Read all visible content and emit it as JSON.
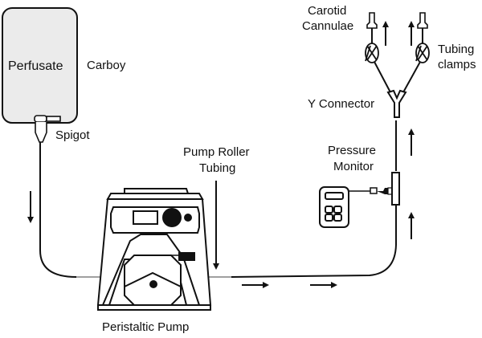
{
  "diagram": {
    "title": "Carotid perfusion setup",
    "labels": {
      "perfusate": "Perfusate",
      "carboy": "Carboy",
      "spigot": "Spigot",
      "pump_roller_line1": "Pump Roller",
      "pump_roller_line2": "Tubing",
      "peristaltic_pump": "Peristaltic Pump",
      "pressure_line1": "Pressure",
      "pressure_line2": "Monitor",
      "y_connector": "Y Connector",
      "carotid_line1": "Carotid",
      "carotid_line2": "Cannulae",
      "clamps_line1": "Tubing",
      "clamps_line2": "clamps"
    },
    "flow_direction": [
      "down",
      "right",
      "right",
      "up",
      "up",
      "up",
      "up"
    ],
    "colors": {
      "line": "#111111",
      "carboy_fill": "#ebebeb",
      "pump_tubing": "#a0a0a0"
    }
  }
}
